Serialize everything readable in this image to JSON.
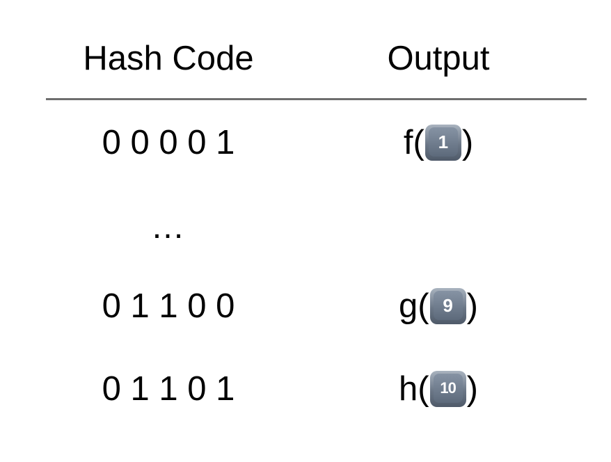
{
  "header": {
    "hash_code_label": "Hash Code",
    "output_label": "Output"
  },
  "rows": [
    {
      "hash": "0 0 0 0 1",
      "fn_name": "f",
      "open": "(",
      "key": "1",
      "close": ")"
    },
    {
      "hash": "…"
    },
    {
      "hash": "0 1 1 0 0",
      "fn_name": "g",
      "open": "(",
      "key": "9",
      "close": ")"
    },
    {
      "hash": "0 1 1 0 1",
      "fn_name": "h",
      "open": "(",
      "key": "10",
      "close": ")"
    }
  ]
}
